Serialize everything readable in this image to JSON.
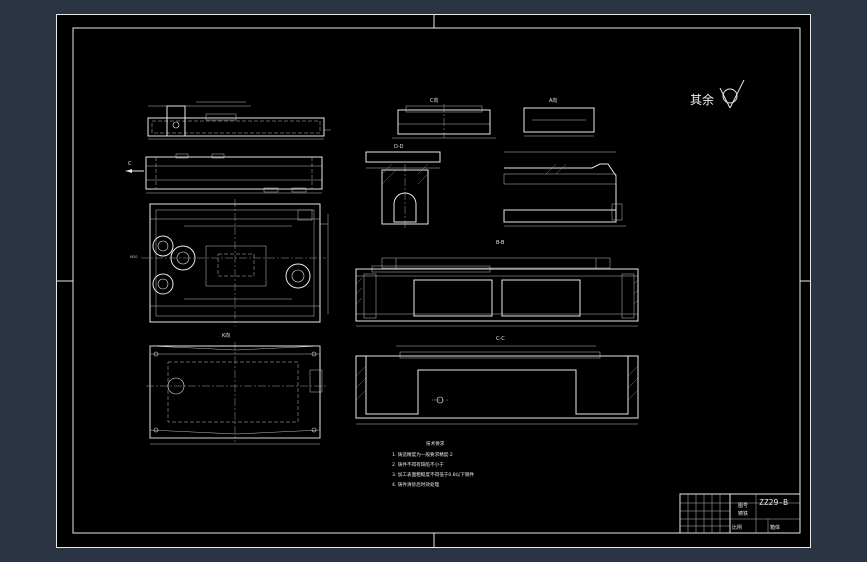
{
  "drawing": {
    "roughness_note": "其余",
    "views": {
      "c_view": "C向",
      "a_view": "A向",
      "d_section": "D-D",
      "b_section": "B-B",
      "c_section": "C-C",
      "k_view": "K向",
      "arrow_c": "C"
    },
    "requirements": {
      "title": "技术要求",
      "items": [
        "1. 铸造精度为一般要求精度·2",
        "2. 铸件不得有缺陷不小于",
        "3. 加工表面粗糙度不得低于0.8以下钢件",
        "4. 铸件清砂后时效处理"
      ]
    },
    "title_block": {
      "drawing_no": "ZZ29-B",
      "material_label": "铸铁",
      "part_name": "箱体",
      "org": "图号",
      "scale_label": "比例"
    }
  }
}
